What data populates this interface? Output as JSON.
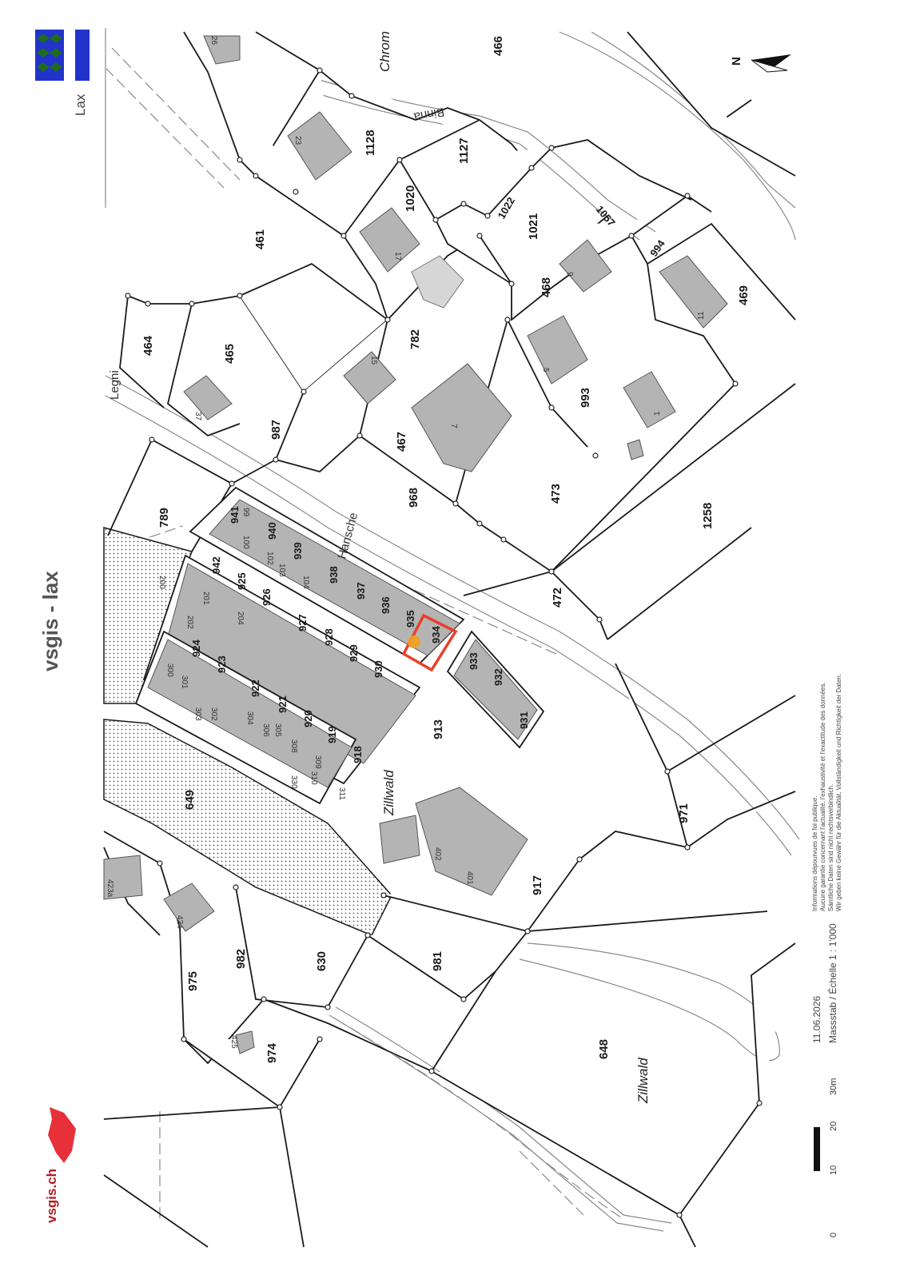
{
  "title": "vsgis - lax",
  "brand": "vsgis.ch",
  "commune": "Lax",
  "north_label": "N",
  "date": "11.06.2026",
  "scale_text": "Massstab / Échelle 1 : 1'000",
  "scale_bar": {
    "ticks": [
      "0",
      "10",
      "20",
      "30m"
    ]
  },
  "disclaimer": [
    "Informations dépourvues de foi publique.",
    "Aucune garantie concernant l'actualité, l'exhaustivité et l'exactitude des données.",
    "Sämtliche Daten sind nicht rechtsverbindlich.",
    "Wir geben keine Gewähr für die Aktualität, Vollständigkeit und Richtigkeit der Daten."
  ],
  "place_names": {
    "chrom": "Chrom",
    "zillwald_1": "Zillwald",
    "zillwald_2": "Zillwald"
  },
  "street_names": {
    "binna": "Binna",
    "legni": "Legni",
    "hansche": "Hansche"
  },
  "highlighted_parcel": "934",
  "colors": {
    "highlight": "#e8402a",
    "marker": "#f2a020",
    "building": "#b4b4b4",
    "brand": "#b01e23",
    "crest_blue": "#2233cc"
  },
  "parcels": {
    "p466": "466",
    "p1128": "1128",
    "p1127": "1127",
    "p1020": "1020",
    "p1022": "1022",
    "p1021": "1021",
    "p1057": "1057",
    "p994": "994",
    "p469": "469",
    "p461": "461",
    "p468": "468",
    "p782": "782",
    "p464": "464",
    "p465": "465",
    "p993": "993",
    "p987": "987",
    "p467": "467",
    "p968": "968",
    "p473": "473",
    "p1258": "1258",
    "p789": "789",
    "p941": "941",
    "p940": "940",
    "p939": "939",
    "p938": "938",
    "p937": "937",
    "p936": "936",
    "p935": "935",
    "p934": "934",
    "p933": "933",
    "p932": "932",
    "p931": "931",
    "p942": "942",
    "p925": "925",
    "p926": "926",
    "p927": "927",
    "p928": "928",
    "p929": "929",
    "p930": "930",
    "p924": "924",
    "p923": "923",
    "p922": "922",
    "p921": "921",
    "p920": "920",
    "p919": "919",
    "p918": "918",
    "p913": "913",
    "p472": "472",
    "p971": "971",
    "p649": "649",
    "p917": "917",
    "p630": "630",
    "p981": "981",
    "p975": "975",
    "p982": "982",
    "p974": "974",
    "p648": "648"
  },
  "house_numbers": {
    "h26": "26",
    "h23": "23",
    "h17": "17",
    "h15": "15",
    "h9": "9",
    "h11": "11",
    "h5": "5",
    "h7": "7",
    "h1": "1",
    "h37": "37",
    "h99": "99",
    "h100": "100",
    "h102": "102",
    "h103": "103",
    "h104": "104",
    "h200": "200",
    "h201": "201",
    "h202": "202",
    "h204": "204",
    "h300": "300",
    "h301": "301",
    "h302": "302",
    "h303": "303",
    "h304": "304",
    "h305": "305",
    "h306": "306",
    "h308": "308",
    "h309": "309",
    "h310": "310",
    "h311": "311",
    "h330": "330",
    "h423a": "423a",
    "h424": "424",
    "h425": "425",
    "h401": "401",
    "h402": "402"
  }
}
